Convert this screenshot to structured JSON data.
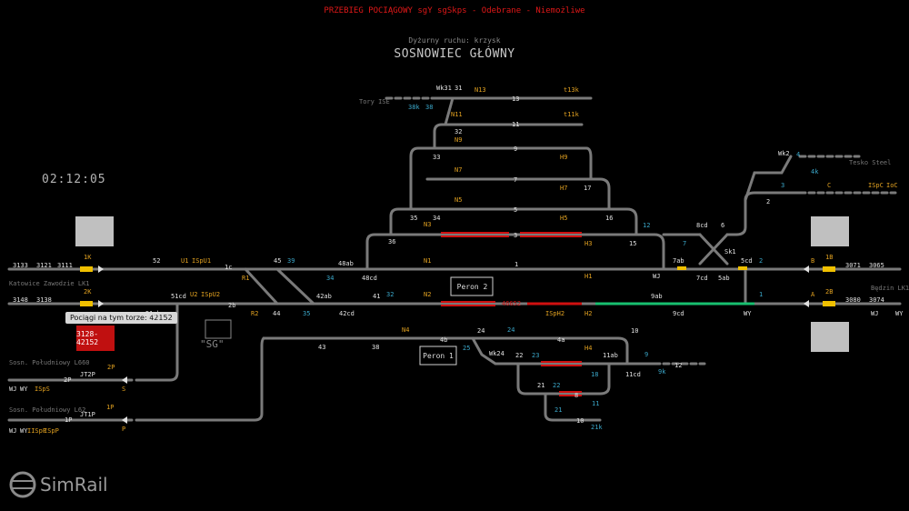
{
  "header": {
    "alert": "PRZEBIEG POCIĄGOWY sgY sgSkps - Odebrane - Niemożliwe",
    "dispatcher": "Dyżurny ruchu: krzysk",
    "station": "SOSNOWIEC GŁÓWNY"
  },
  "clock": "02:12:05",
  "tooltip": "Pociągi na tym torze: 42152",
  "train_label": "3128-42152",
  "platforms": {
    "p1": "Peron 1",
    "p2": "Peron 2",
    "sg": "\"SG\""
  },
  "logo": "SimRail",
  "directions": {
    "tory_ise": "Tory ISE",
    "tesko": "Tesko Steel",
    "katowice": "Katowice Zawodzie LK1",
    "bedzin": "Będzin LK1",
    "sosn_l660": "Sosn. Południowy L660",
    "sosn_l62": "Sosn. Południowy L62"
  },
  "colors": {
    "track": "#7a7a7a",
    "route_red": "#d01010",
    "route_green": "#18c070",
    "signal_yellow": "#f0c000",
    "cyan": "#3aa6c8",
    "orange": "#e0a020",
    "white": "#e0e0e0"
  },
  "labels_white": [
    "3133",
    "3121",
    "3111",
    "3148",
    "3138",
    "52",
    "1c",
    "45",
    "48ab",
    "48cd",
    "2b",
    "51cd",
    "51ab",
    "1",
    "41",
    "42ab",
    "42cd",
    "13",
    "11",
    "9",
    "7",
    "5",
    "3",
    "33",
    "32",
    "35",
    "34",
    "36",
    "17",
    "16",
    "15",
    "6",
    "8cd",
    "7ab",
    "7cd",
    "5ab",
    "5cd",
    "Sk1",
    "9ab",
    "9cd",
    "10",
    "4b",
    "4a",
    "24",
    "43",
    "38",
    "11ab",
    "11cd",
    "12",
    "22",
    "21",
    "8",
    "10",
    "Wk24",
    "Wk2",
    "Wk31",
    "31",
    "2",
    "3071",
    "3065",
    "3080",
    "3074",
    "44",
    "1P",
    "JT1P",
    "2P",
    "JT2P",
    "WJ",
    "WY",
    "WJ",
    "WY",
    "WJ",
    "WY",
    "WJ",
    "WY",
    "8",
    "3"
  ],
  "labels_orange": [
    "1K",
    "2K",
    "U1",
    "ISpU1",
    "U2",
    "ISpU2",
    "R1",
    "R2",
    "N1",
    "N2",
    "N3",
    "N4",
    "N5",
    "N7",
    "N9",
    "N11",
    "N13",
    "H1",
    "H2",
    "H3",
    "H4",
    "H5",
    "H7",
    "H9",
    "t11k",
    "t13k",
    "C",
    "ISpC",
    "IoC",
    "B",
    "1B",
    "A",
    "2B",
    "2P",
    "S",
    "1P",
    "P",
    "ISpS",
    "IISpP",
    "ISpP",
    "ISpH2"
  ],
  "labels_cyan": [
    "39",
    "34",
    "35",
    "32",
    "12",
    "7",
    "2",
    "1",
    "4",
    "4k",
    "3",
    "23",
    "25",
    "24",
    "18",
    "11",
    "9",
    "9k",
    "22",
    "21",
    "21k",
    "38k",
    "38"
  ],
  "route_label": "46652"
}
